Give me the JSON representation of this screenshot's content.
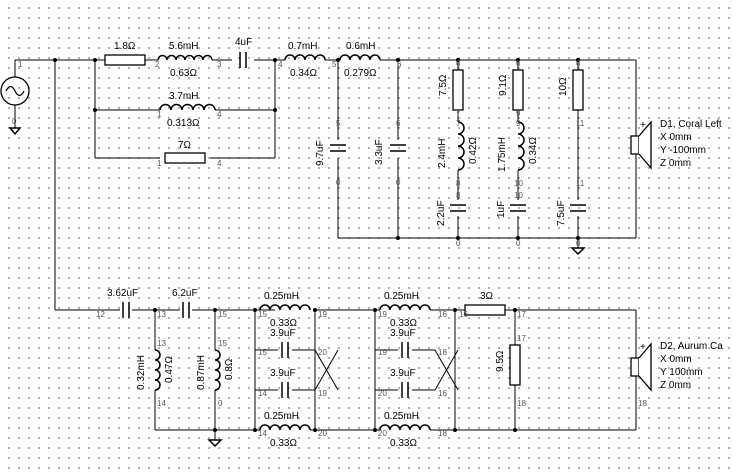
{
  "components": {
    "r1": {
      "value": "1.8Ω"
    },
    "l1": {
      "value": "5.6mH",
      "esr": "0.63Ω"
    },
    "c1": {
      "value": "4uF"
    },
    "l2": {
      "value": "0.7mH",
      "esr": "0.34Ω"
    },
    "l3": {
      "value": "0.6mH",
      "esr": "0.279Ω"
    },
    "l4": {
      "value": "3.7mH",
      "esr": "0.313Ω"
    },
    "r2": {
      "value": "7Ω"
    },
    "c2": {
      "value": "9.7uF"
    },
    "c3": {
      "value": "3.3uF"
    },
    "r3": {
      "value": "7.5Ω"
    },
    "l5": {
      "value": "2.4mH",
      "esr": "0.42Ω"
    },
    "c4": {
      "value": "2.2uF"
    },
    "r4": {
      "value": "9.1Ω"
    },
    "l6": {
      "value": "1.75mH",
      "esr": "0.34Ω"
    },
    "c5": {
      "value": "1uF"
    },
    "r5": {
      "value": "10Ω"
    },
    "c6": {
      "value": "7.5uF"
    },
    "c7": {
      "value": "3.62uF"
    },
    "c8": {
      "value": "6.2uF"
    },
    "l7": {
      "value": "0.32mH",
      "esr": "0.47Ω"
    },
    "l8": {
      "value": "0.87mH",
      "esr": "0.8Ω"
    },
    "l9": {
      "value": "0.25mH",
      "esr": "0.33Ω"
    },
    "c9": {
      "value": "3.9uF"
    },
    "c10": {
      "value": "3.9uF"
    },
    "l10": {
      "value": "0.25mH",
      "esr": "0.33Ω"
    },
    "l11": {
      "value": "0.25mH",
      "esr": "0.33Ω"
    },
    "c11": {
      "value": "3.9uF"
    },
    "c12": {
      "value": "3.9uF"
    },
    "l12": {
      "value": "0.25mH",
      "esr": "0.33Ω"
    },
    "r6": {
      "value": "3Ω"
    },
    "r7": {
      "value": "9.5Ω"
    }
  },
  "speakers": {
    "d1": {
      "name": "D1, Coral Left",
      "x": "X 0mm",
      "y": "Y -100mm",
      "z": "Z 0mm"
    },
    "d2": {
      "name": "D2, Aurum Ca",
      "x": "X 0mm",
      "y": "Y 100mm",
      "z": "Z 0mm"
    }
  },
  "nodes": {
    "n1": "1",
    "n0a": "0",
    "n2": "2",
    "n3": "3",
    "n4": "4",
    "n5": "5",
    "n6": "6",
    "n4b": "4",
    "n1b": "1",
    "n4c": "4",
    "n1c": "1",
    "n5b": "5",
    "n0b": "0",
    "n6b": "6",
    "n0c": "0",
    "n6c": "6",
    "n7": "7",
    "n7b": "7",
    "n8": "8",
    "n8b": "8",
    "n0d": "0",
    "n6d": "6",
    "n9": "9",
    "n9b": "9",
    "n10": "10",
    "n10b": "10",
    "n0e": "0",
    "n6e": "6",
    "n11": "11",
    "n11b": "11",
    "n0f": "0",
    "n12": "12",
    "n13": "13",
    "n13b": "13",
    "n15": "15",
    "n15b": "15",
    "n13c": "13",
    "n14": "14",
    "n15c": "15",
    "n0g": "0",
    "n15d": "15",
    "n19": "19",
    "n19b": "19",
    "n16": "16",
    "n16b": "16",
    "n17": "17",
    "n15e": "15",
    "n20": "20",
    "n14b": "14",
    "n19c": "19",
    "n19d": "19",
    "n18": "18",
    "n20b": "20",
    "n16c": "16",
    "n17b": "17",
    "n18b": "18",
    "n14c": "14",
    "n20c": "20",
    "n20d": "20",
    "n18c": "18",
    "n18d": "18"
  }
}
